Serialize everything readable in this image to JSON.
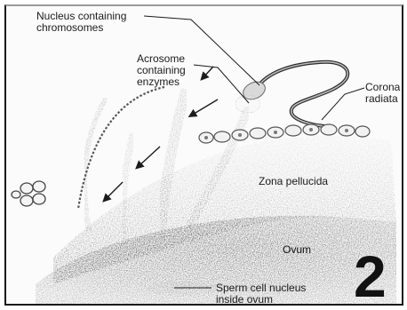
{
  "figure": {
    "step_number": "2",
    "labels": {
      "nucleus": [
        "Nucleus containing",
        "chromosomes"
      ],
      "acrosome": [
        "Acrosome",
        "containing",
        "enzymes"
      ],
      "corona": [
        "Corona",
        "radiata"
      ],
      "zona": "Zona pellucida",
      "ovum": "Ovum",
      "sperm_nucleus": [
        "Sperm cell nucleus",
        "inside ovum"
      ]
    },
    "colors": {
      "ink": "#1b1b1b",
      "stipple": "#6a6a6a",
      "background": "#fbfbfb"
    }
  }
}
